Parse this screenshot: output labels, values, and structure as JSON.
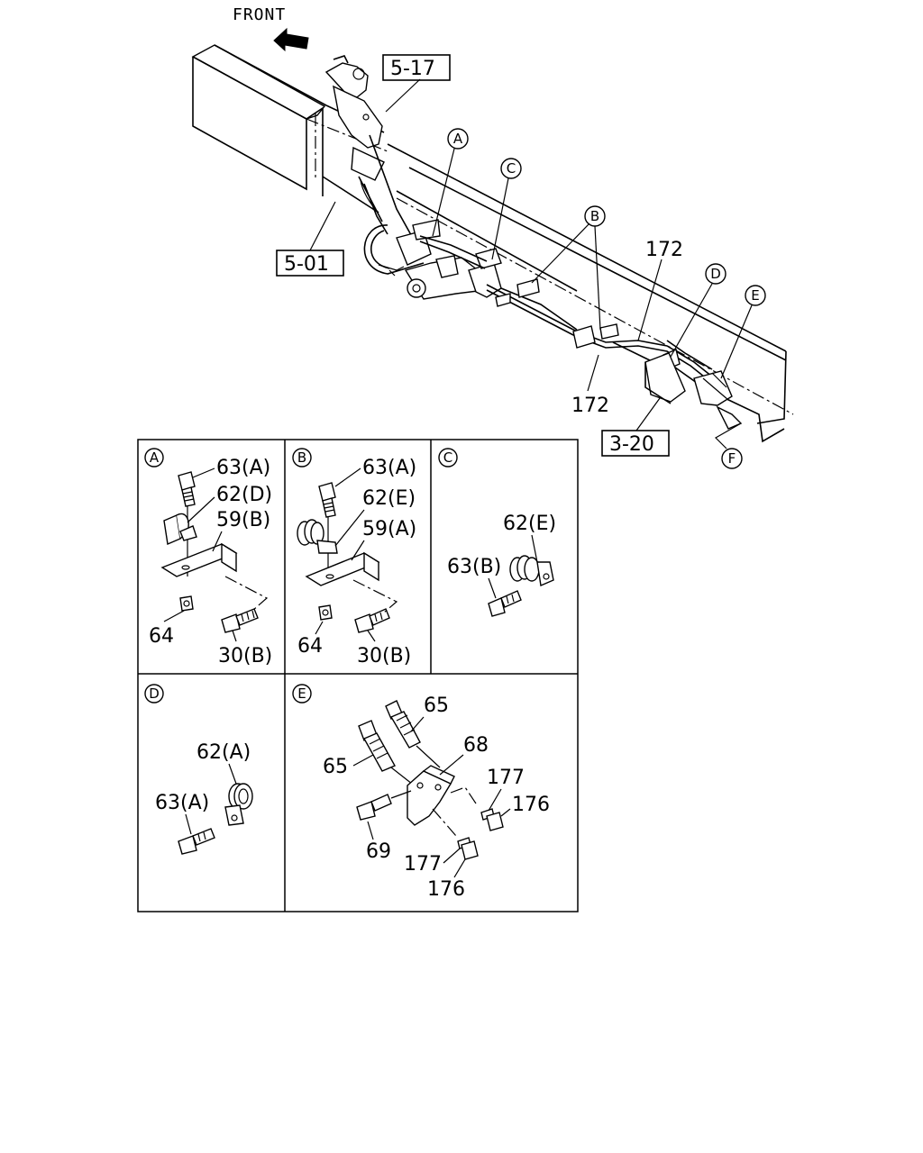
{
  "front_label": "FRONT",
  "refs": {
    "r517": "5-17",
    "r501": "5-01",
    "r320": "3-20"
  },
  "main_labels": {
    "part172_top": "172",
    "part172_bottom": "172"
  },
  "callouts": {
    "A": "A",
    "B": "B",
    "C": "C",
    "D": "D",
    "E": "E",
    "F": "F"
  },
  "panels": {
    "A": {
      "letter": "A",
      "labels": {
        "p63": "63(A)",
        "p62": "62(D)",
        "p59": "59(B)",
        "p64": "64",
        "p30": "30(B)"
      }
    },
    "B": {
      "letter": "B",
      "labels": {
        "p63": "63(A)",
        "p62": "62(E)",
        "p59": "59(A)",
        "p64": "64",
        "p30": "30(B)"
      }
    },
    "C": {
      "letter": "C",
      "labels": {
        "p62": "62(E)",
        "p63": "63(B)"
      }
    },
    "D": {
      "letter": "D",
      "labels": {
        "p62": "62(A)",
        "p63": "63(A)"
      }
    },
    "E": {
      "letter": "E",
      "labels": {
        "p65a": "65",
        "p65b": "65",
        "p68": "68",
        "p177a": "177",
        "p176a": "176",
        "p69": "69",
        "p177b": "177",
        "p176b": "176"
      }
    }
  }
}
